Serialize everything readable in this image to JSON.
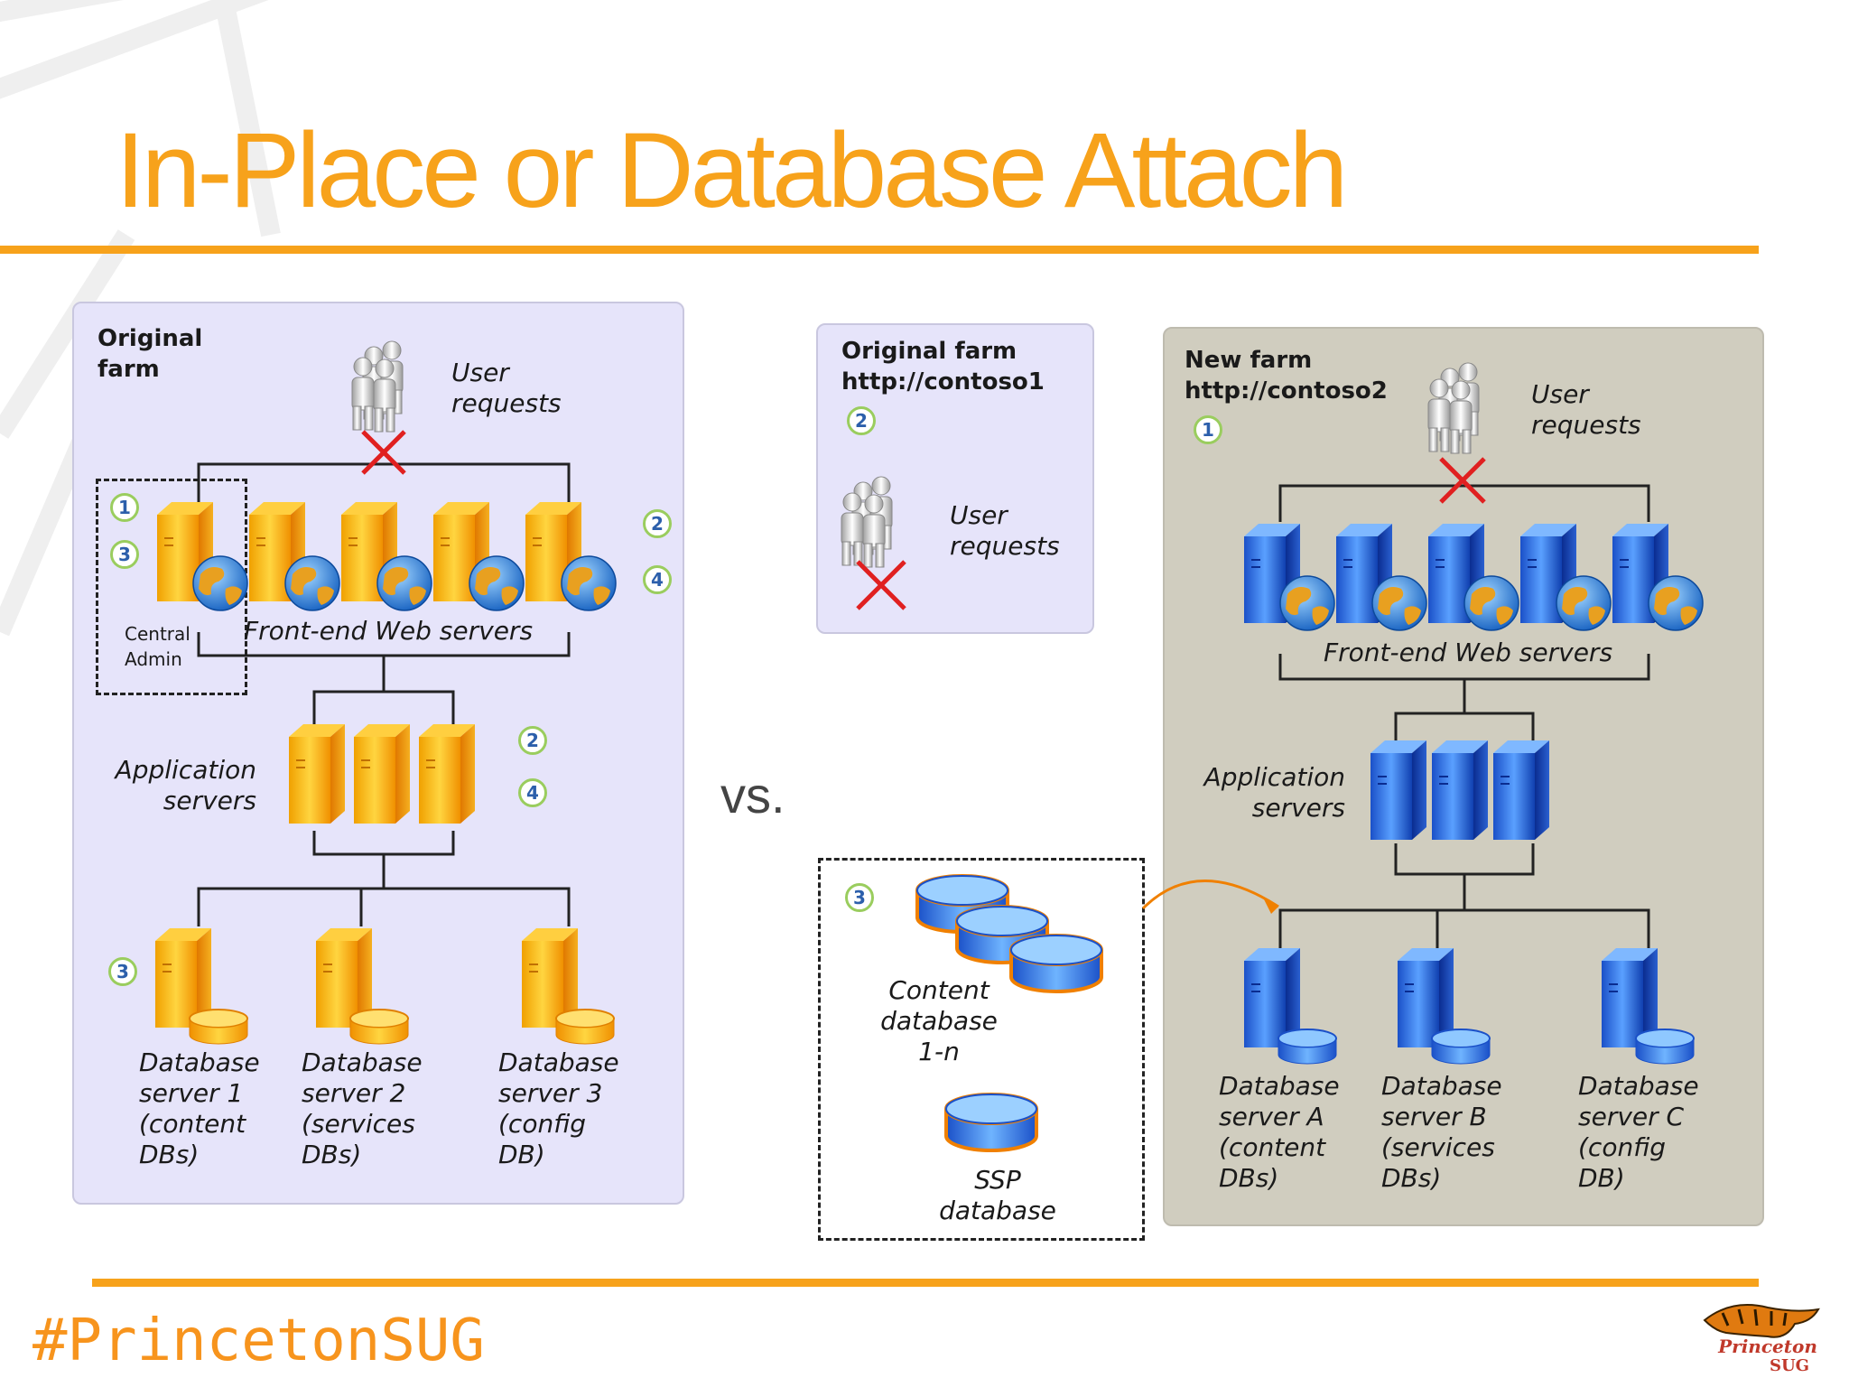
{
  "slide": {
    "title": "In-Place or Database Attach",
    "hashtag": "#PrincetonSUG",
    "vs_label": "vs.",
    "accent_color": "#f7a21b",
    "logo": {
      "text_line1": "Princeton",
      "text_line2": "SUG",
      "icon": "tiger-logo-icon"
    }
  },
  "left_diagram": {
    "farm_label": [
      "Original",
      "farm"
    ],
    "user_requests": [
      "User",
      "requests"
    ],
    "front_end": "Front-end Web servers",
    "central_admin": [
      "Central",
      "Admin"
    ],
    "app_servers": [
      "Application",
      "servers"
    ],
    "db_servers": [
      [
        "Database",
        "server 1",
        "(content",
        "DBs)"
      ],
      [
        "Database",
        "server 2",
        "(services",
        "DBs)"
      ],
      [
        "Database",
        "server 3",
        "(config",
        "DB)"
      ]
    ],
    "steps": {
      "central_a": "1",
      "central_b": "3",
      "front_a": "2",
      "front_b": "4",
      "app_a": "2",
      "app_b": "4",
      "db": "3"
    }
  },
  "middle_diagram": {
    "farm_label": [
      "Original farm",
      "http://contoso1"
    ],
    "step": "2",
    "user_requests": [
      "User",
      "requests"
    ],
    "db_step": "3",
    "content_db": [
      "Content",
      "database",
      "1-n"
    ],
    "ssp_db": [
      "SSP",
      "database"
    ]
  },
  "right_diagram": {
    "farm_label": [
      "New farm",
      "http://contoso2"
    ],
    "step": "1",
    "user_requests": [
      "User",
      "requests"
    ],
    "front_end": "Front-end Web servers",
    "app_servers": [
      "Application",
      "servers"
    ],
    "db_servers": [
      [
        "Database",
        "server A",
        "(content",
        "DBs)"
      ],
      [
        "Database",
        "server B",
        "(services",
        "DBs)"
      ],
      [
        "Database",
        "server C",
        "(config",
        "DB)"
      ]
    ]
  }
}
